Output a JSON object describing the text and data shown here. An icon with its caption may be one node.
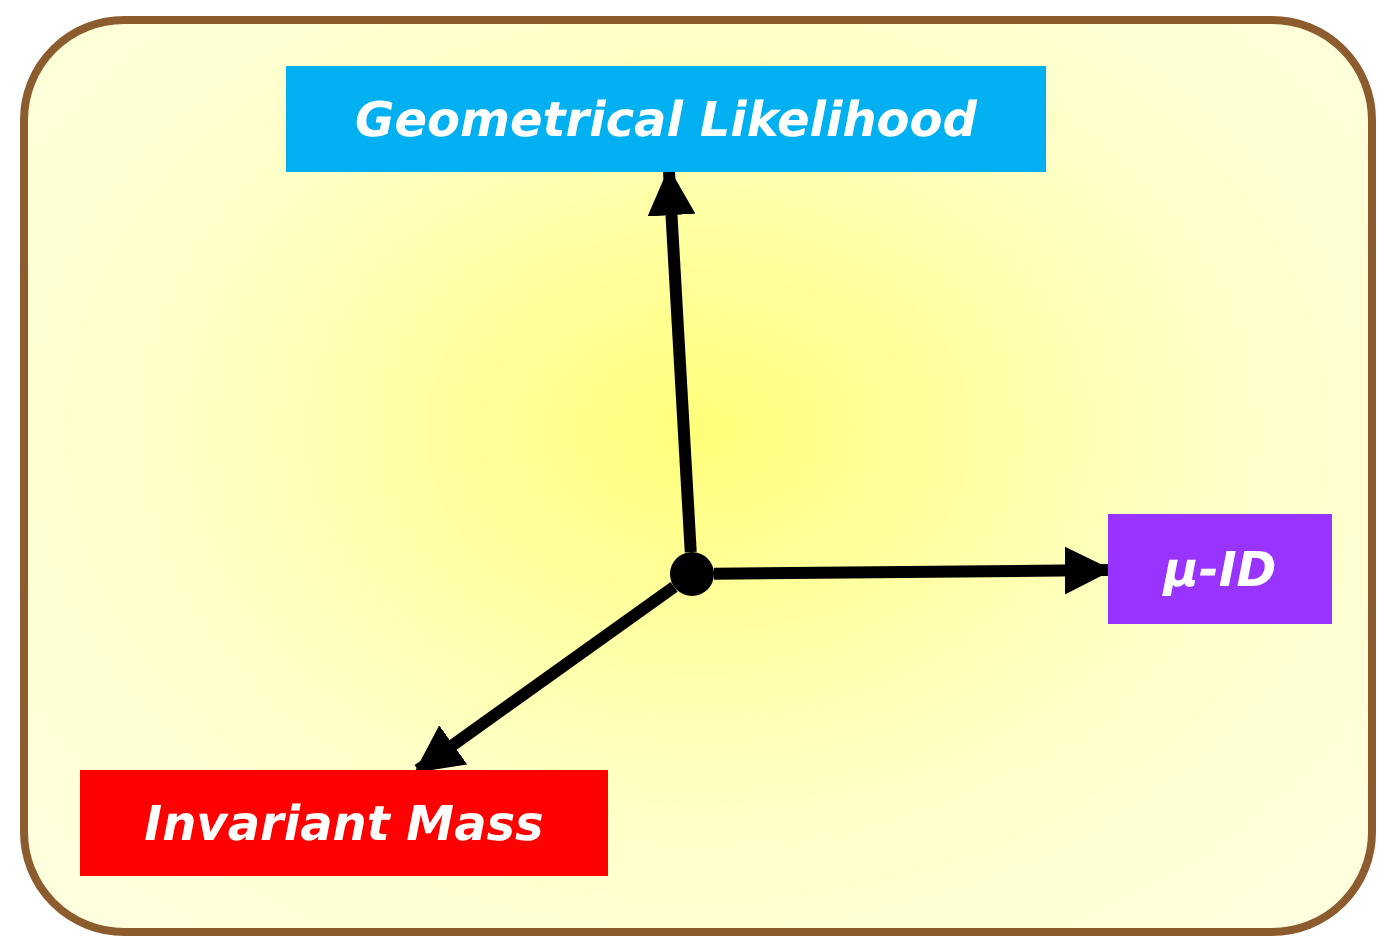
{
  "diagram": {
    "nodes": [
      {
        "text": [
          "Geometrical Likelihood"
        ]
      },
      {
        "text": [
          "μ-ID"
        ]
      },
      {
        "text": [
          "Invariant Mass"
        ]
      },
      {
        "text": [],
        "shape": "circle"
      }
    ],
    "edges": [
      {
        "from": 3,
        "to": 0,
        "arrow": "to"
      },
      {
        "from": 3,
        "to": 1,
        "arrow": "to"
      },
      {
        "from": 3,
        "to": 2,
        "arrow": "to"
      }
    ]
  }
}
